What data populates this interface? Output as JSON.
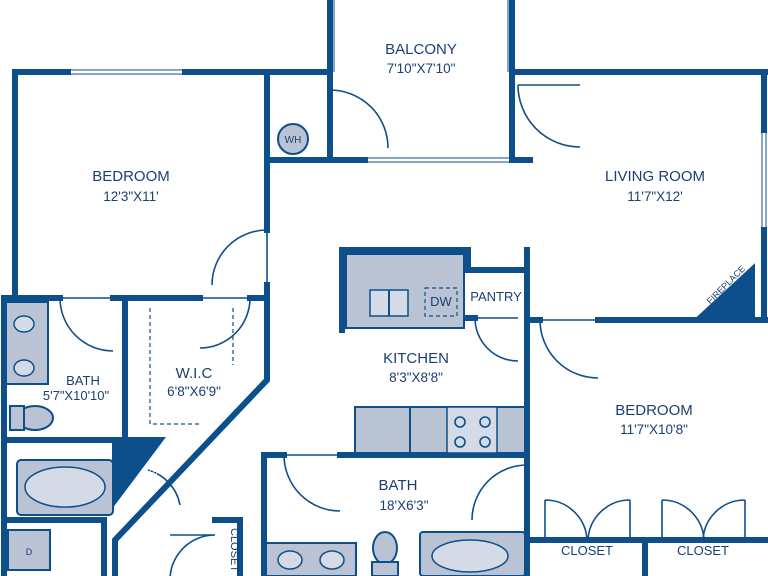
{
  "rooms": {
    "balcony": {
      "name": "BALCONY",
      "dims": "7'10\"X7'10\""
    },
    "bedroom_left": {
      "name": "BEDROOM",
      "dims": "12'3\"X11'"
    },
    "living_room": {
      "name": "LIVING ROOM",
      "dims": "11'7\"X12'"
    },
    "kitchen": {
      "name": "KITCHEN",
      "dims": "8'3\"X8'8\""
    },
    "bath_left": {
      "name": "BATH",
      "dims": "5'7\"X10'10\""
    },
    "wic": {
      "name": "W.I.C",
      "dims": "6'8\"X6'9\""
    },
    "bath_center": {
      "name": "BATH",
      "dims": "18'X6'3\""
    },
    "bedroom_right": {
      "name": "BEDROOM",
      "dims": "11'7\"X10'8\""
    }
  },
  "labels": {
    "pantry": "PANTRY",
    "water_heater": "WH",
    "dishwasher": "DW",
    "dryer": "D",
    "fireplace": "FIREPLACE",
    "closet_diagonal": "CLOSET",
    "closet_vertical": "CLOSET",
    "closet_right_1": "CLOSET",
    "closet_right_2": "CLOSET"
  },
  "colors": {
    "wall": "#0d4f8b",
    "fixture": "#b9c3d3",
    "text": "#1b3f73"
  }
}
